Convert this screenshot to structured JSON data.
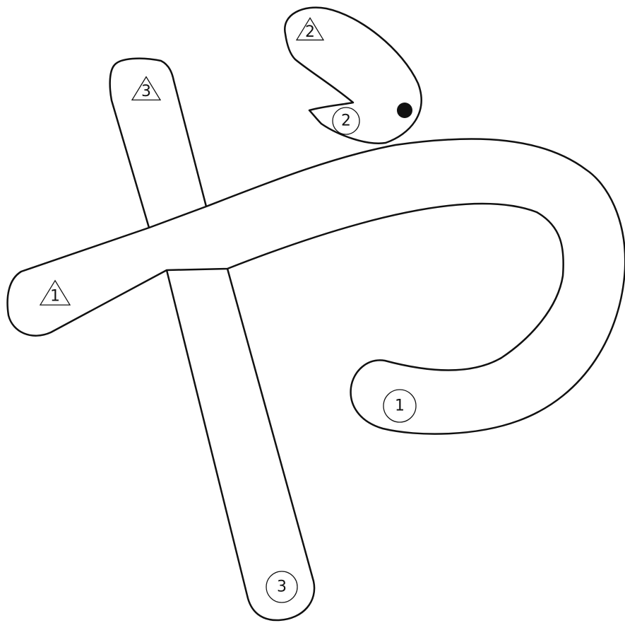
{
  "stroke_marks": [
    {
      "id": "start-1",
      "shape": "triangle",
      "label": "1"
    },
    {
      "id": "end-1",
      "shape": "circle",
      "label": "1"
    },
    {
      "id": "start-2",
      "shape": "triangle",
      "label": "2"
    },
    {
      "id": "end-2",
      "shape": "circle",
      "label": "2"
    },
    {
      "id": "start-3",
      "shape": "triangle",
      "label": "3"
    },
    {
      "id": "end-3",
      "shape": "circle",
      "label": "3"
    }
  ],
  "dot": {
    "color": "#111111"
  },
  "colors": {
    "outline": "#111111",
    "background": "#ffffff"
  }
}
